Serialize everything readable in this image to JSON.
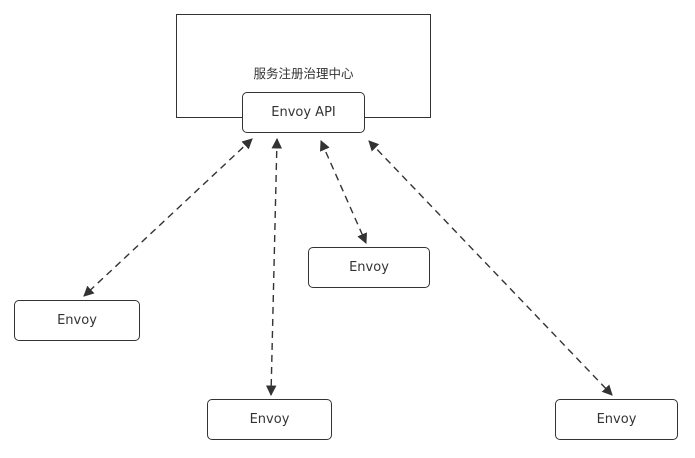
{
  "diagram": {
    "registry_box": {
      "label": "服务注册治理中心"
    },
    "api_box": {
      "label": "Envoy API"
    },
    "envoy_nodes": [
      {
        "label": "Envoy"
      },
      {
        "label": "Envoy"
      },
      {
        "label": "Envoy"
      },
      {
        "label": "Envoy"
      }
    ],
    "colors": {
      "line": "#333333",
      "box_border": "#333333",
      "background": "#ffffff",
      "text": "#333333"
    }
  }
}
